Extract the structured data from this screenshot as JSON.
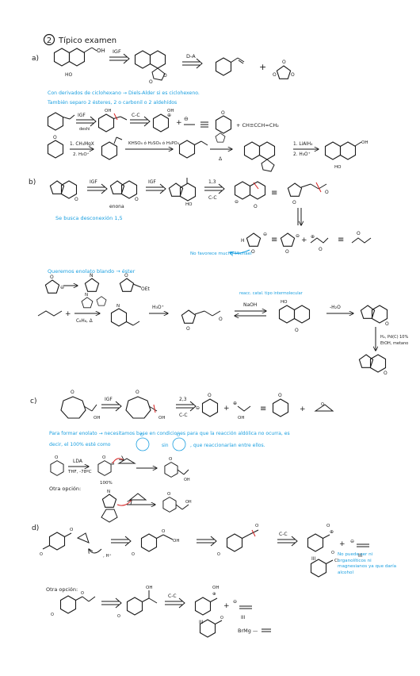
{
  "page": {
    "heading_number": "2",
    "heading": "Típico examen"
  },
  "colors": {
    "ink": "#1a1a1a",
    "accent": "#1a9fe0",
    "red": "#d62020"
  },
  "sections": [
    {
      "label": "a)",
      "arrows": [
        "IGF",
        "D-A"
      ],
      "notes": [
        "Con derivados de ciclohexano → Diels-Alder si es ciclohexeno.",
        "También separo 2 ésteres, 2 o carbonil o 2 aldehídos"
      ],
      "route1": {
        "arrow1": "IGF",
        "arrow1_sub": "deshi",
        "arrow2": "C-C",
        "reagent": "+ CH≡CCH=CH₂"
      },
      "route2": {
        "step1": "1. CH₃MgX",
        "step1b": "2. H₃O⁺",
        "step2": "KHSO₄ ó H₂SO₄ ó H₃PO₄",
        "step4a": "1. LiAlH₄",
        "step4b": "2. H₃O⁺"
      }
    },
    {
      "label": "b)",
      "arrows": [
        "IGF",
        "IGF",
        "1,3",
        "C-C"
      ],
      "enona": "enona",
      "note": "Se busca desconexión 1,5",
      "michael_note": "No favorece mucho Michael",
      "enolate_note": "Queremos enolato blando → éster",
      "intramolecular_note": "reacc. catal. tipo intermolecular",
      "reagents": {
        "r1": "C₆H₆, Δ",
        "r2": "H₃O⁺",
        "r3": "NaOH",
        "r4": "-H₂O",
        "r5": "H₂, Pd(C) 10%",
        "r6": "EtOH, metano"
      }
    },
    {
      "label": "c)",
      "arrows": [
        "IGF",
        "2,3",
        "C-C"
      ],
      "note1": "Para formar enolato → necesitamos base en condiciones para que la reacción aldólica no ocurra, es",
      "note2": "decir, el 100% esté como",
      "note3": "sin",
      "note4": ", que reaccionarían entre ellos.",
      "reagents": {
        "lda": "LDA",
        "lda_cond": "THF, -78ºC",
        "pct": "100%"
      },
      "other_option": "Otra opción:"
    },
    {
      "label": "d)",
      "arrows": [
        "C-C"
      ],
      "reagent_note": ", H⁺",
      "cross_note": "No puede ser ni organolíticos ni magnesianos ya que daría alcohol",
      "other_option": "Otra opción:",
      "grignard": "BrMg —"
    }
  ]
}
